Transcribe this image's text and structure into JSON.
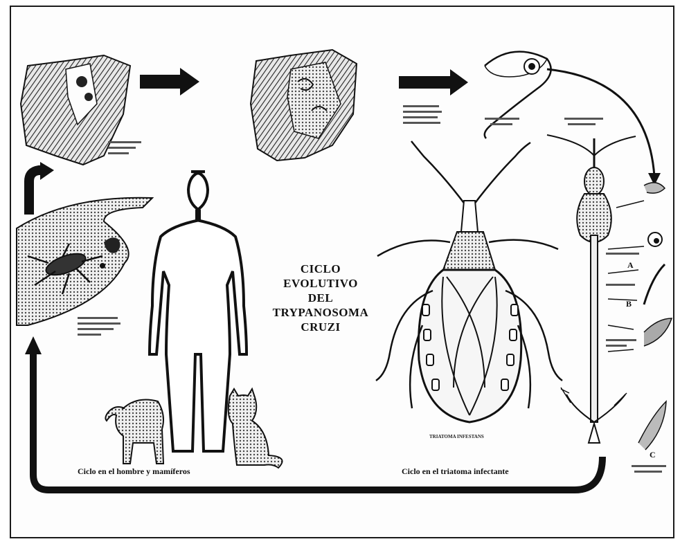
{
  "title_lines": [
    "CICLO",
    "EVOLUTIVO",
    "DEL",
    "TRYPANOSOMA",
    "CRUZI"
  ],
  "captions": {
    "human_cycle": "Ciclo en el hombre y mamíferos",
    "bug_cycle": "Ciclo en el triatoma infectante"
  },
  "species_label": "TRIATOMA INFESTANS",
  "stage_letters": [
    "A",
    "B",
    "C"
  ],
  "colors": {
    "ink": "#111111",
    "shade": "#6b6b6b",
    "paper": "#fdfdfd"
  }
}
